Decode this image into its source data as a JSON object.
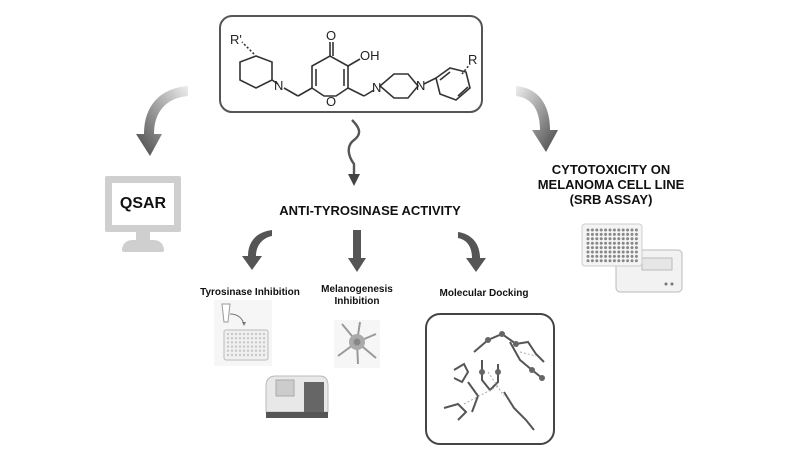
{
  "structure": {
    "labels": {
      "r_prime": "R'",
      "r": "R",
      "oxo": "O",
      "hydroxy": "OH",
      "ring_o": "O",
      "n_piperidine": "N",
      "n_piperazine_1": "N",
      "n_piperazine_2": "N"
    }
  },
  "qsar": {
    "label": "QSAR"
  },
  "cytotoxicity": {
    "line1": "CYTOTOXICITY ON",
    "line2": "MELANOMA CELL LINE",
    "line3": "(SRB ASSAY)"
  },
  "anti_tyrosinase": {
    "label": "ANTI-TYROSINASE ACTIVITY"
  },
  "methods": {
    "tyrosinase": "Tyrosinase Inhibition",
    "melanogenesis_line1": "Melanogenesis",
    "melanogenesis_line2": "Inhibition",
    "docking": "Molecular Docking"
  },
  "colors": {
    "arrow_dark": "#4a4a4a",
    "frame": "#555555",
    "monitor": "#cfcfcf",
    "text": "#111111"
  }
}
